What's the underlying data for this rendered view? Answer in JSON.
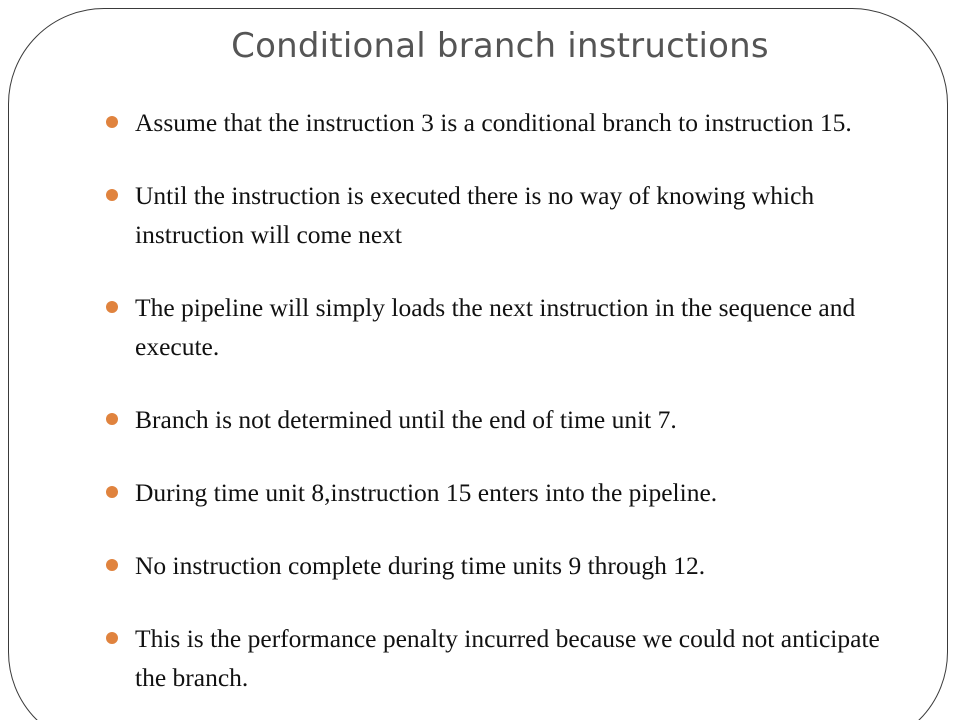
{
  "slide": {
    "title": "Conditional branch instructions",
    "accent_color": "#e0833e",
    "bullets": [
      "Assume that the instruction 3 is a conditional branch to instruction 15.",
      "Until the instruction is executed there is no way of knowing which instruction will come next",
      "The pipeline will simply loads the next instruction in the sequence and execute.",
      "Branch is not determined until the end of time unit 7.",
      "During time unit 8,instruction 15 enters into the pipeline.",
      "No instruction complete during time units 9 through 12.",
      "This is the performance penalty incurred because we could not anticipate the branch."
    ]
  }
}
